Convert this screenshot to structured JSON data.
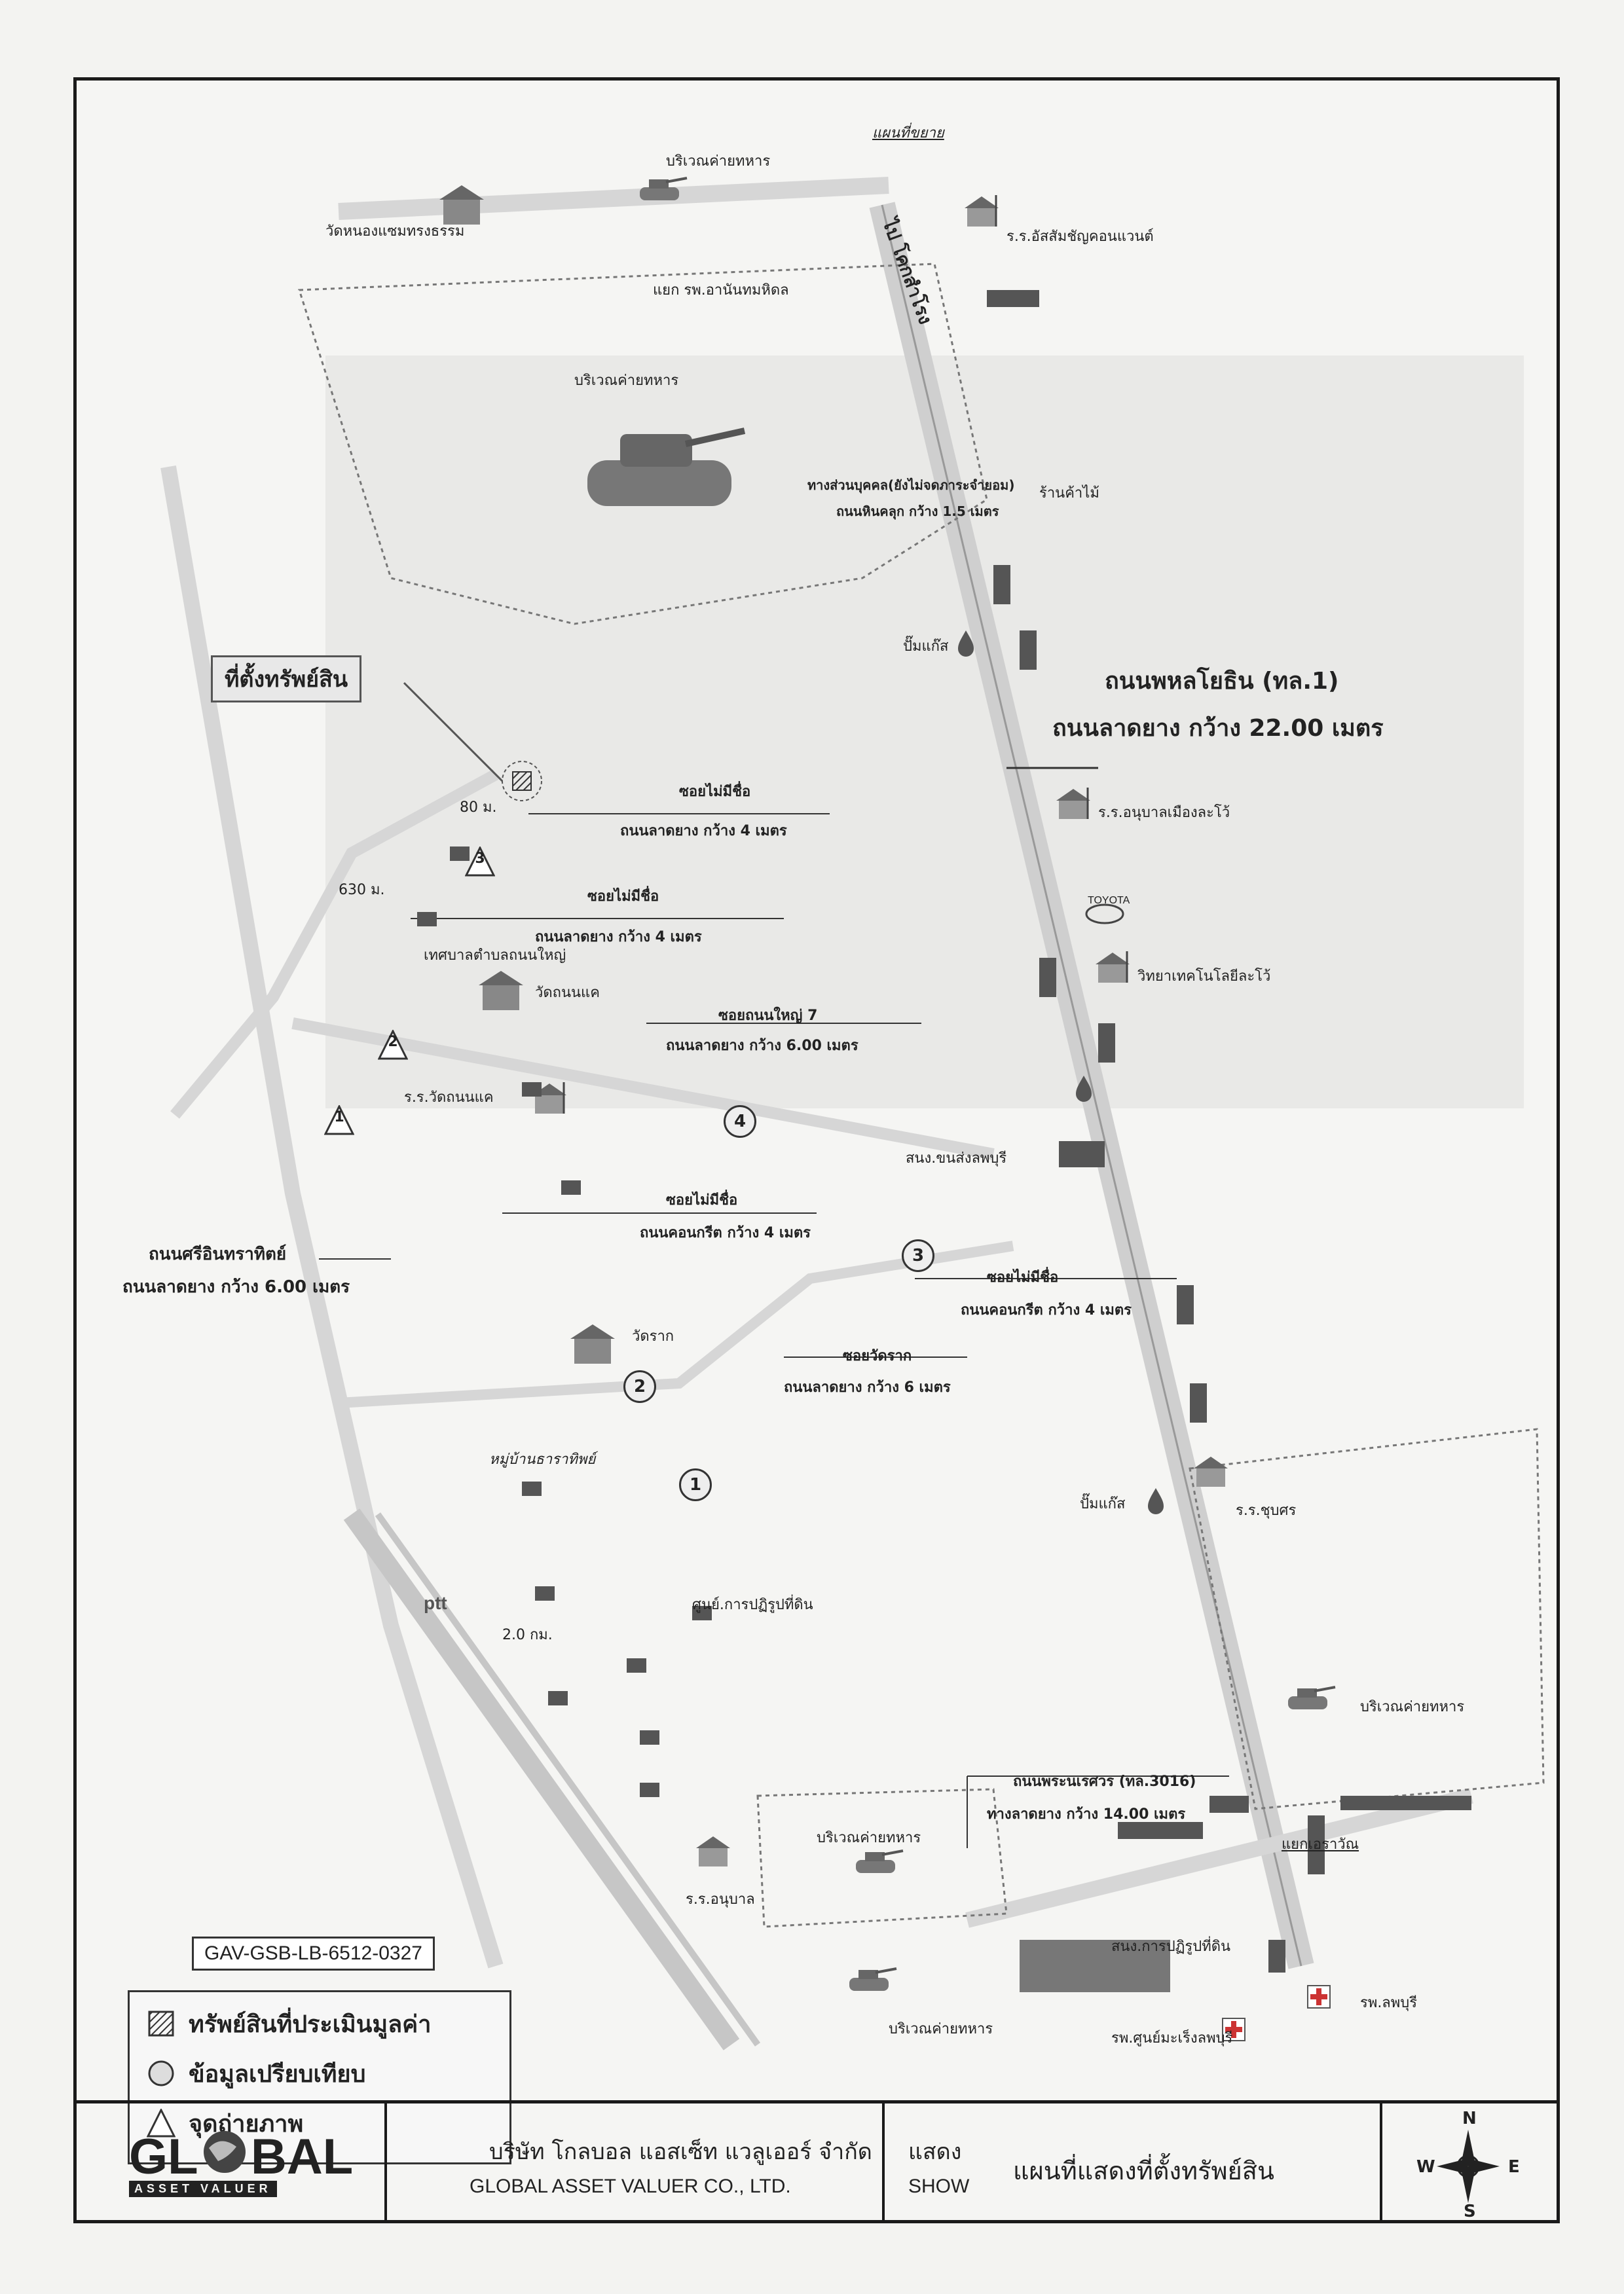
{
  "map": {
    "asset_location_label": "ที่ตั้งทรัพย์สิน",
    "top_link_label": "แผนที่ขยาย",
    "report_code": "GAV-GSB-LB-6512-0327",
    "places": {
      "military_area_top": "บริเวณค่ายทหาร",
      "temple_nong_saen": "วัดหนองแซมทรงธรรม",
      "to_kok_samrong": "ไป โคกสำโรง",
      "school_assumption": "ร.ร.อัสสัมชัญคอนแวนต์",
      "junction_anandamahidol": "แยก รพ.อานันทมหิดล",
      "military_area_center": "บริเวณค่ายทหาร",
      "private_path": "ทางส่วนบุคคล(ยังไม่จดภาระจำยอม)",
      "dirt_road": "ถนนหินคลุก กว้าง 1.5 เมตร",
      "wood_shop": "ร้านค้าไม้",
      "gas_station_1": "ปั๊มแก๊ส",
      "main_road_name": "ถนนพหลโยธิน (ทล.1)",
      "main_road_desc": "ถนนลาดยาง กว้าง 22.00 เมตร",
      "soi_no_name_1": "ซอยไม่มีชื่อ",
      "soi_no_name_1_desc": "ถนนลาดยาง กว้าง 4 เมตร",
      "dist_80": "80 ม.",
      "school_kindergarten_lawo": "ร.ร.อนุบาลเมืองละโว้",
      "dist_630": "630 ม.",
      "soi_no_name_2": "ซอยไม่มีชื่อ",
      "soi_no_name_2_desc": "ถนนลาดยาง กว้าง 4 เมตร",
      "municipality": "เทศบาลตำบลถนนใหญ่",
      "toyota": "TOYOTA",
      "technical_college": "วิทยาเทคโนโลยีละโว้",
      "temple_thanon_khae": "วัดถนนแค",
      "soi_thanon_yai": "ซอยถนนใหญ่ 7",
      "soi_thanon_yai_desc": "ถนนลาดยาง กว้าง 6.00 เมตร",
      "school_thanon_khae": "ร.ร.วัดถนนแค",
      "transport_office": "สนง.ขนส่งลพบุรี",
      "soi_no_name_3": "ซอยไม่มีชื่อ",
      "soi_no_name_3_desc": "ถนนคอนกรีต กว้าง 4 เมตร",
      "sri_road_name": "ถนนศรีอินทราทิตย์",
      "sri_road_desc": "ถนนลาดยาง กว้าง 6.00 เมตร",
      "soi_no_name_4": "ซอยไม่มีชื่อ",
      "soi_no_name_4_desc": "ถนนคอนกรีต กว้าง 4 เมตร",
      "temple_rak": "วัดราก",
      "soi_wat_rak": "ซอยวัดราก",
      "soi_wat_rak_desc": "ถนนลาดยาง กว้าง 6 เมตร",
      "village_thara": "หมู่บ้านธาราทิพย์",
      "gas_station_2": "ปั๊มแก๊ส",
      "school_chukon": "ร.ร.ชุบศร",
      "ptt": "ptt",
      "dist_2km": "2.0 กม.",
      "land_reform_center": "ศูนย์.การปฏิรูปที่ดิน",
      "military_area_right": "บริเวณค่ายทหาร",
      "phra_naret_road": "ถนนพระนเรศวร (ทล.3016)",
      "phra_naret_desc": "ทางลาดยาง กว้าง 14.00 เมตร",
      "military_area_bottom": "บริเวณค่ายทหาร",
      "junction_erawan": "แยกเอราวัณ",
      "school_anuban": "ร.ร.อนุบาล",
      "land_reform_office": "สนง.การปฏิรูปที่ดิน",
      "military_area_bottom2": "บริเวณค่ายทหาร",
      "hospital_cancer": "รพ.ศูนย์มะเร็งลพบุรี",
      "hospital_lopburi": "รพ.ลพบุรี"
    },
    "markers": [
      "1",
      "2",
      "3",
      "4"
    ],
    "photo_points": [
      "1",
      "2",
      "3"
    ]
  },
  "legend": {
    "items": [
      {
        "label": "ทรัพย์สินที่ประเมินมูลค่า",
        "icon": "hatched-square-icon"
      },
      {
        "label": "ข้อมูลเปรียบเทียบ",
        "icon": "circle-icon"
      },
      {
        "label": "จุดถ่ายภาพ",
        "icon": "camera-point-icon"
      }
    ]
  },
  "footer": {
    "logo_text_left": "GL",
    "logo_text_right": "BAL",
    "logo_sub": "ASSET VALUER",
    "company_th": "บริษัท โกลบอล แอสเซ็ท แวลูเออร์ จำกัด",
    "company_en": "GLOBAL ASSET VALUER CO., LTD.",
    "show_th": "แสดง",
    "show_en": "SHOW",
    "title": "แผนที่แสดงที่ตั้งทรัพย์สิน",
    "compass": {
      "n": "N",
      "s": "S",
      "e": "E",
      "w": "W"
    }
  }
}
